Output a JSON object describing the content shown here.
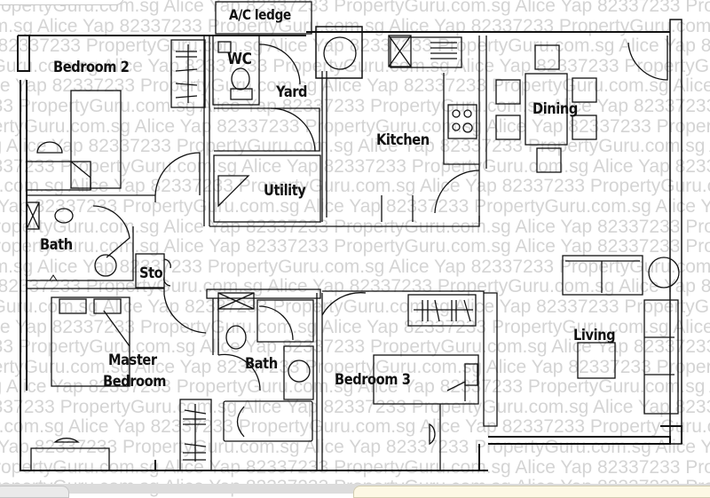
{
  "floorplan": {
    "rooms": {
      "ac_ledge": "A/C ledge",
      "wc": "WC",
      "bedroom2": "Bedroom 2",
      "yard": "Yard",
      "kitchen": "Kitchen",
      "dining": "Dining",
      "utility": "Utility",
      "bath1": "Bath",
      "sto": "Sto",
      "master_bedroom_line1": "Master",
      "master_bedroom_line2": "Bedroom",
      "bath2": "Bath",
      "bedroom3": "Bedroom 3",
      "living": "Living"
    },
    "watermark_text": "PropertyGuru.com.sg Alice Yap 82337233",
    "colors": {
      "line": "#111111",
      "watermark": "#d4d4d4",
      "background": "#ffffff",
      "bottom_bar": "#dcdcdc",
      "bottom_tab_right": "#fdf8e4"
    }
  }
}
